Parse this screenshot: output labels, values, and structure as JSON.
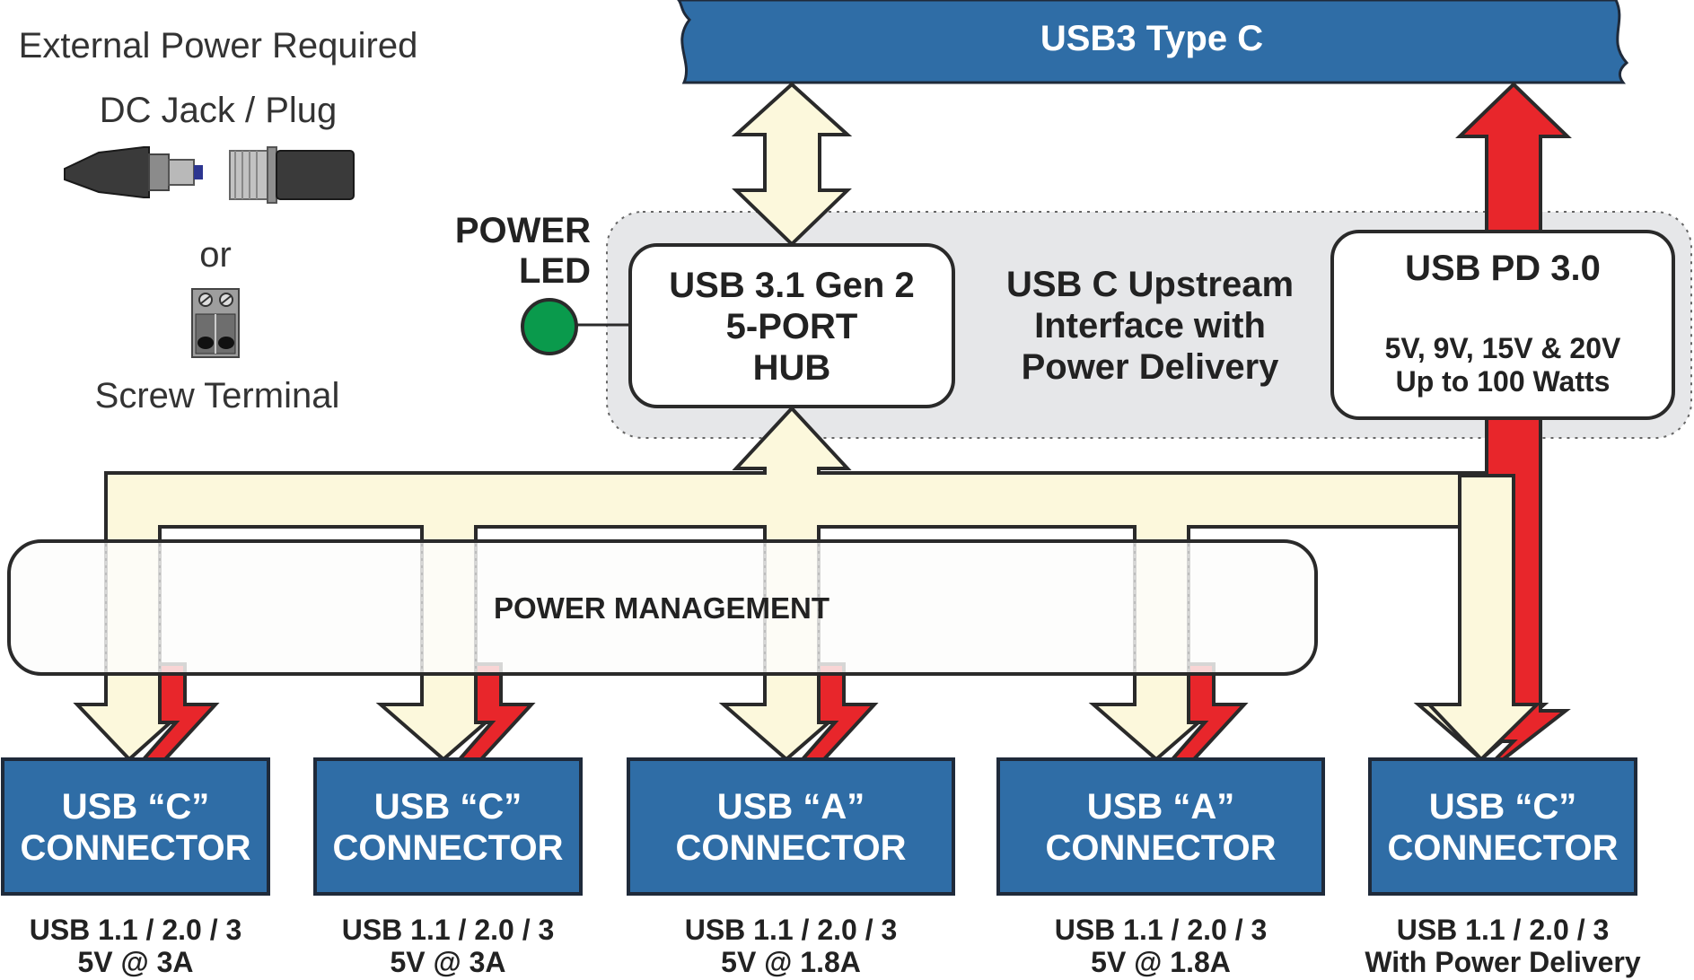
{
  "external_power": {
    "title": "External Power Required",
    "dc_label": "DC Jack / Plug",
    "or_label": "or",
    "screw_label": "Screw Terminal"
  },
  "usb3_bar": {
    "label": "USB3 Type C"
  },
  "power_led": {
    "line1": "POWER",
    "line2": "LED",
    "color": "#0a9a4c"
  },
  "hub": {
    "line1": "USB 3.1 Gen 2",
    "line2": "5-PORT",
    "line3": "HUB"
  },
  "upstream": {
    "line1": "USB C Upstream",
    "line2": "Interface with",
    "line3": "Power Delivery"
  },
  "pd": {
    "title": "USB PD 3.0",
    "line1": "5V, 9V, 15V & 20V",
    "line2": "Up to 100 Watts"
  },
  "power_management": {
    "label": "POWER MANAGEMENT"
  },
  "connectors": [
    {
      "line1": "USB “C”",
      "line2": "CONNECTOR",
      "spec1": "USB 1.1 / 2.0 / 3",
      "spec2": "5V @ 3A"
    },
    {
      "line1": "USB “C”",
      "line2": "CONNECTOR",
      "spec1": "USB 1.1 / 2.0 / 3",
      "spec2": "5V @ 3A"
    },
    {
      "line1": "USB “A”",
      "line2": "CONNECTOR",
      "spec1": "USB 1.1 / 2.0 / 3",
      "spec2": "5V @ 1.8A"
    },
    {
      "line1": "USB “A”",
      "line2": "CONNECTOR",
      "spec1": "USB 1.1 / 2.0 / 3",
      "spec2": "5V @ 1.8A"
    },
    {
      "line1": "USB “C”",
      "line2": "CONNECTOR",
      "spec1": "USB 1.1 / 2.0 / 3",
      "spec2": "With Power Delivery"
    }
  ],
  "colors": {
    "blue": "#2f6da6",
    "data_arrow": "#fcf8dc",
    "power_arrow": "#e8262b",
    "upstream_bg": "#e6e7e9"
  }
}
